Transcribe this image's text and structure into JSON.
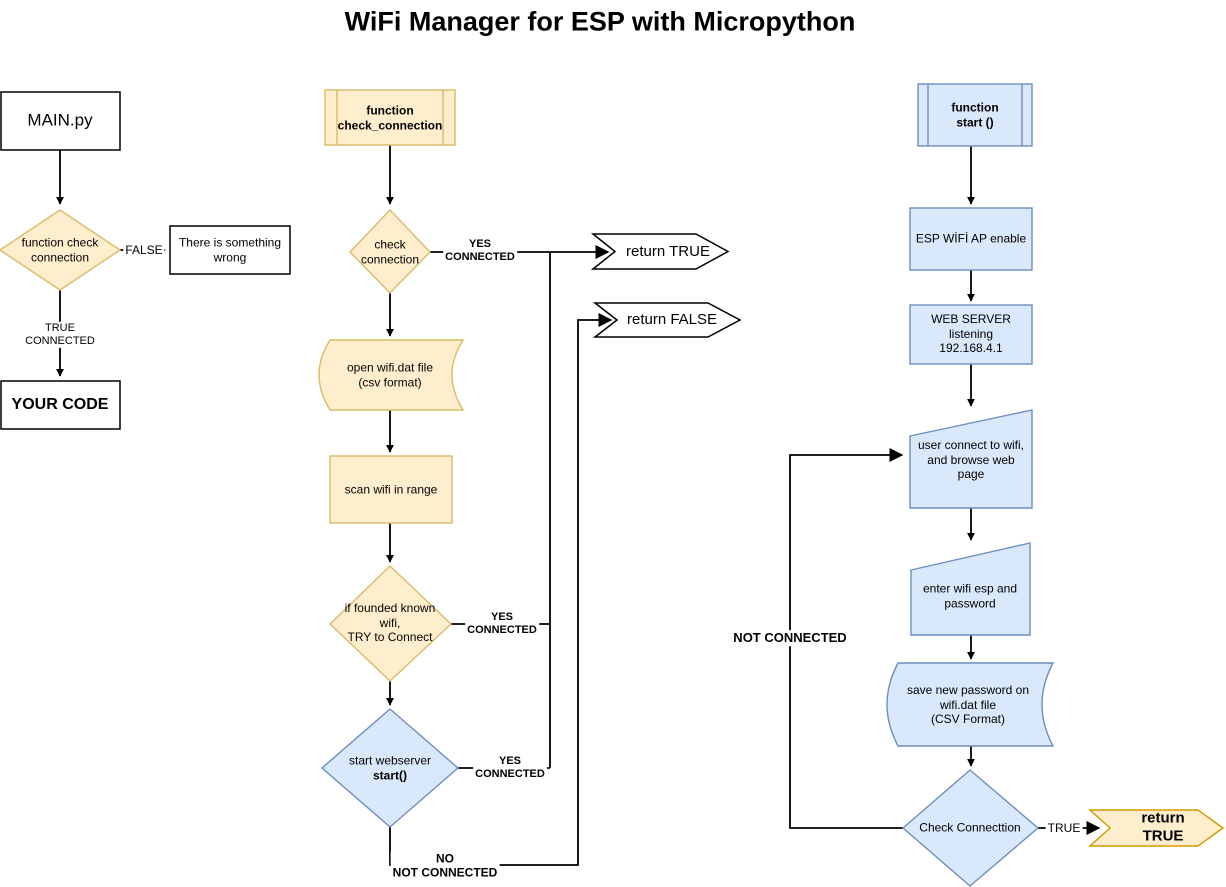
{
  "title": "WiFi Manager for ESP with Micropython",
  "colors": {
    "yellow_fill": "#ffeecd",
    "yellow_stroke": "#d9bb67",
    "orange_stroke": "#d79b00",
    "blue_fill": "#dae8fc",
    "blue_stroke": "#6c8ebf",
    "edge": "#000000",
    "background": "#ffffff"
  },
  "left_column": {
    "main_py": "MAIN.py",
    "decision": "function check\nconnection",
    "false_label": "FALSE",
    "wrong": "There is something\nwrong",
    "true_connected": "TRUE\nCONNECTED",
    "your_code": "YOUR CODE"
  },
  "middle_column": {
    "sub": "function\ncheck_connection",
    "check_connection": "check\nconnection",
    "yes_connected": "YES\nCONNECTED",
    "return_true": "return TRUE",
    "return_false": "return FALSE",
    "open_file": "open wifi.dat file\n(csv format)",
    "scan_wifi": "scan wifi in range",
    "if_founded": "if founded known\nwifi,\nTRY to Connect",
    "start_webserver": "start webserver",
    "start_call": "start()",
    "no_not_connected": "NO\nNOT CONNECTED"
  },
  "right_column": {
    "sub": "function\nstart ()",
    "esp_ap": "ESP WİFİ AP enable",
    "web_server": "WEB SERVER\nlistening\n192.168.4.1",
    "user_connect": "user connect to wifi,\nand browse web\npage",
    "enter_wifi": "enter wifi esp and\npassword",
    "save_password": "save new password on\nwifi.dat file\n(CSV Format)",
    "check_connecttion": "Check Connecttion",
    "true_label": "TRUE",
    "not_connected": "NOT CONNECTED",
    "return_true": "return TRUE"
  }
}
